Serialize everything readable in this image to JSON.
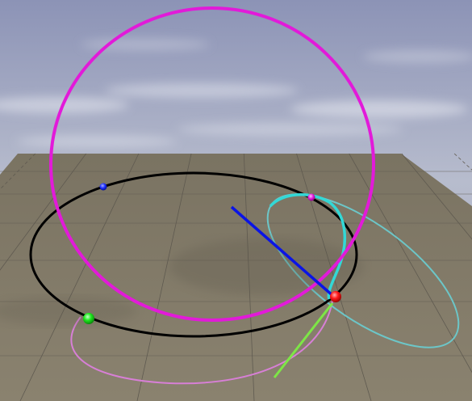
{
  "scene": {
    "colors": {
      "sky_top": "#8c93b6",
      "sky_mid": "#b7bccd",
      "sky_bottom": "#a4a9c0",
      "floor": "#8a826f",
      "floor_dark": "#7a7362",
      "grid_line": "#5f5a50",
      "big_circle": "#e21ad9",
      "big_circle_reflection": "#d77fd6",
      "floor_circle": "#000000",
      "cyan_arc": "#33d8d6",
      "cyan_reflection": "#6cc6c8",
      "blue_segment": "#0a14e6",
      "green_segment": "#7de646",
      "point_red": "#ff1a1a",
      "point_green": "#1ee81e",
      "point_blue": "#1a2cff",
      "point_magenta": "#e21ad9"
    },
    "points": [
      {
        "name": "red-point"
      },
      {
        "name": "green-point"
      },
      {
        "name": "blue-point"
      },
      {
        "name": "magenta-point"
      }
    ]
  }
}
